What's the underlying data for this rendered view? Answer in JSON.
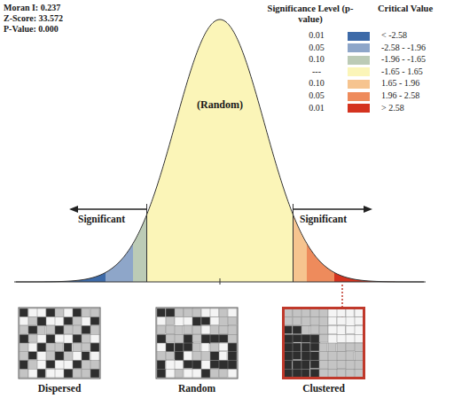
{
  "diagram": {
    "nodes": [
      {
        "text": [
          "Dispersed"
        ]
      },
      {
        "text": [
          "Random"
        ]
      },
      {
        "text": [
          "Clustered"
        ]
      }
    ],
    "labels": [
      "Moran I: 0.237",
      "Z-Score: 33.572",
      "P-Value: 0.000",
      "Significance Level (p-value)",
      "Critical Value",
      "0.01",
      "0.05",
      "0.10",
      "---",
      "0.10",
      "0.05",
      "0.01",
      "(Random)",
      "Significant",
      "Significant"
    ],
    "legend": [
      {
        "text": "< -2.58",
        "color": "#3d6aa8"
      },
      {
        "text": "-2.58 - -1.96",
        "color": "#8ea6c9"
      },
      {
        "text": "-1.96 - -1.65",
        "color": "#bccbb6"
      },
      {
        "text": "-1.65 - 1.65",
        "color": "#fbf5b8"
      },
      {
        "text": "1.65 - 1.96",
        "color": "#f6c48f"
      },
      {
        "text": "1.96 - 2.58",
        "color": "#ee8b5c"
      },
      {
        "text": "> 2.58",
        "color": "#d4331f"
      }
    ]
  }
}
